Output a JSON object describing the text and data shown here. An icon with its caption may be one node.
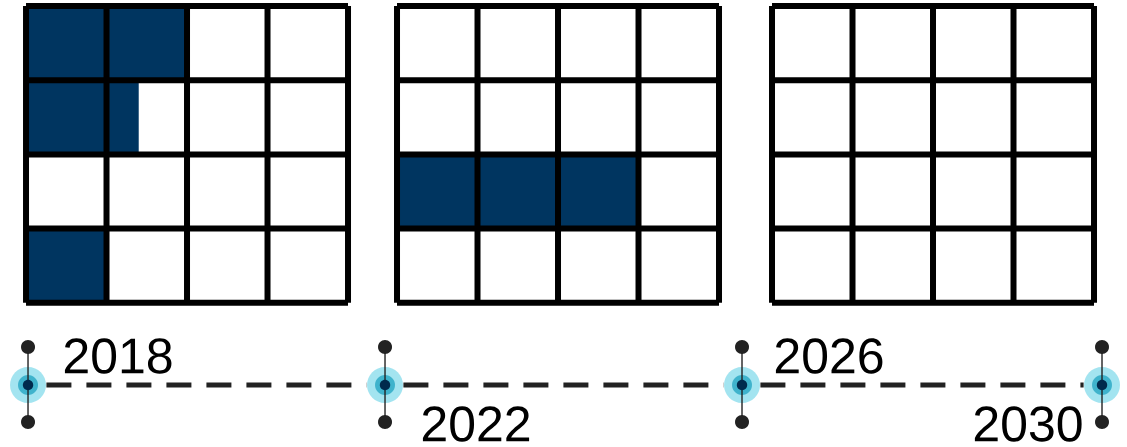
{
  "diagram": {
    "nodes": [
      {
        "text": [
          "2018"
        ]
      },
      {
        "text": [
          "2022"
        ]
      },
      {
        "text": [
          "2026"
        ]
      },
      {
        "text": [
          "2030"
        ]
      }
    ],
    "edges": [
      {
        "from": 0,
        "to": 1,
        "arrow": "none",
        "style": "dashed"
      },
      {
        "from": 1,
        "to": 2,
        "arrow": "none",
        "style": "dashed"
      },
      {
        "from": 2,
        "to": 3,
        "arrow": "none",
        "style": "dashed"
      }
    ]
  }
}
